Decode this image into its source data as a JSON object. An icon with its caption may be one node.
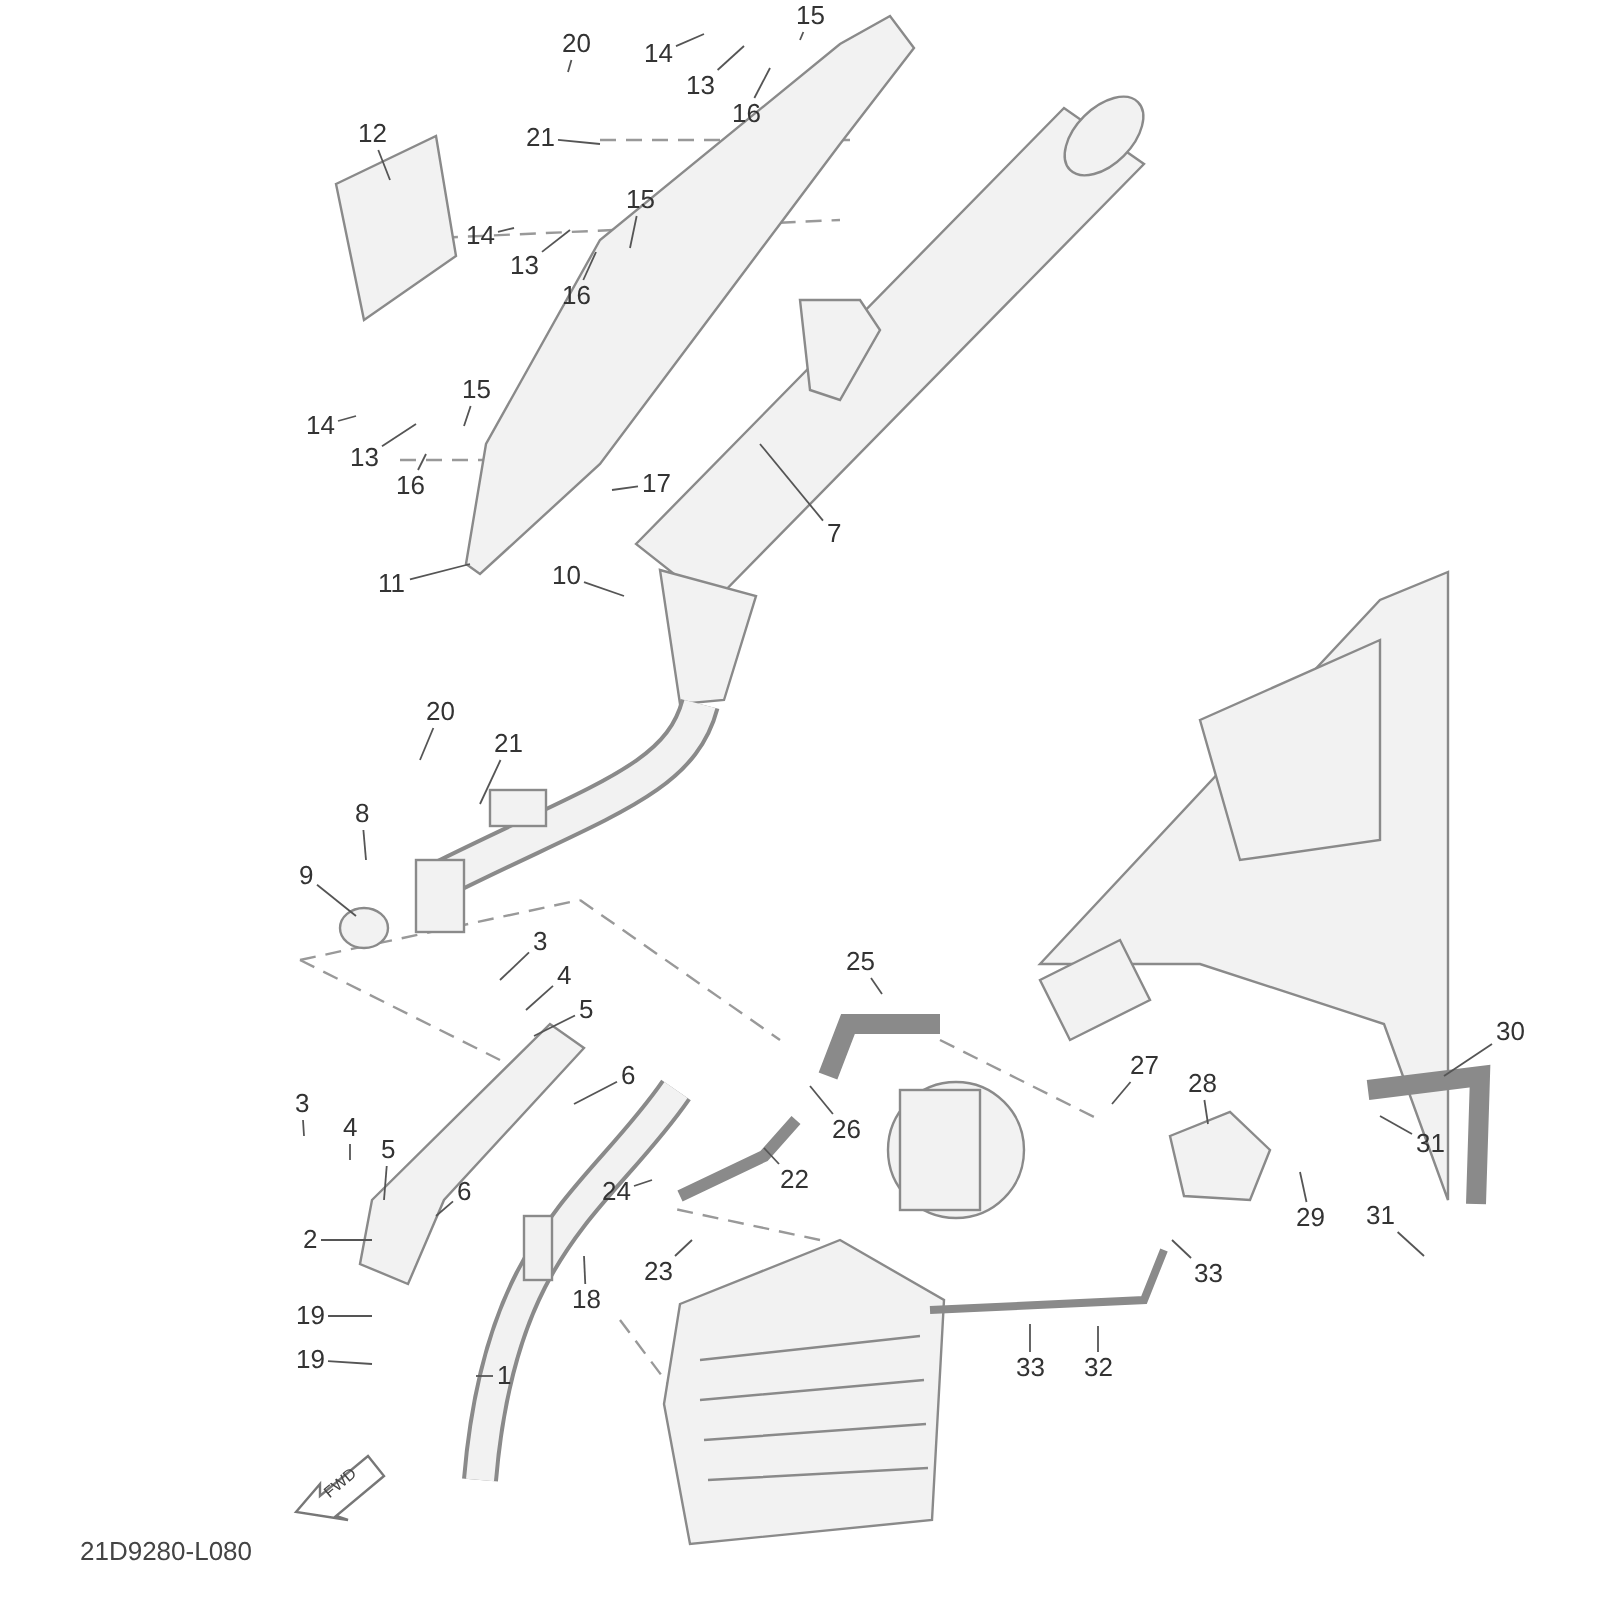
{
  "diagram": {
    "nodes": [
      {
        "text": [
          "15"
        ]
      },
      {
        "text": [
          "20"
        ]
      },
      {
        "text": [
          "14"
        ]
      },
      {
        "text": [
          "13"
        ]
      },
      {
        "text": [
          "16"
        ]
      },
      {
        "text": [
          "12"
        ]
      },
      {
        "text": [
          "21"
        ]
      },
      {
        "text": [
          "15"
        ]
      },
      {
        "text": [
          "14"
        ]
      },
      {
        "text": [
          "13"
        ]
      },
      {
        "text": [
          "16"
        ]
      },
      {
        "text": [
          "15"
        ]
      },
      {
        "text": [
          "14"
        ]
      },
      {
        "text": [
          "13"
        ]
      },
      {
        "text": [
          "16"
        ]
      },
      {
        "text": [
          "17"
        ]
      },
      {
        "text": [
          "7"
        ]
      },
      {
        "text": [
          "10"
        ]
      },
      {
        "text": [
          "11"
        ]
      },
      {
        "text": [
          "20"
        ]
      },
      {
        "text": [
          "21"
        ]
      },
      {
        "text": [
          "8"
        ]
      },
      {
        "text": [
          "9"
        ]
      },
      {
        "text": [
          "3"
        ]
      },
      {
        "text": [
          "25"
        ]
      },
      {
        "text": [
          "4"
        ]
      },
      {
        "text": [
          "5"
        ]
      },
      {
        "text": [
          "30"
        ]
      },
      {
        "text": [
          "6"
        ]
      },
      {
        "text": [
          "27"
        ]
      },
      {
        "text": [
          "28"
        ]
      },
      {
        "text": [
          "3"
        ]
      },
      {
        "text": [
          "4"
        ]
      },
      {
        "text": [
          "26"
        ]
      },
      {
        "text": [
          "31"
        ]
      },
      {
        "text": [
          "5"
        ]
      },
      {
        "text": [
          "22"
        ]
      },
      {
        "text": [
          "24"
        ]
      },
      {
        "text": [
          "6"
        ]
      },
      {
        "text": [
          "29"
        ]
      },
      {
        "text": [
          "31"
        ]
      },
      {
        "text": [
          "2"
        ]
      },
      {
        "text": [
          "23"
        ]
      },
      {
        "text": [
          "33"
        ]
      },
      {
        "text": [
          "18"
        ]
      },
      {
        "text": [
          "19"
        ]
      },
      {
        "text": [
          "19"
        ]
      },
      {
        "text": [
          "33"
        ]
      },
      {
        "text": [
          "32"
        ]
      },
      {
        "text": [
          "1"
        ]
      }
    ],
    "edges": [
      {
        "from": 0,
        "to": null,
        "arrow": "none"
      },
      {
        "from": 1,
        "to": null,
        "arrow": "none"
      },
      {
        "from": 2,
        "to": null,
        "arrow": "none"
      },
      {
        "from": 3,
        "to": null,
        "arrow": "none"
      },
      {
        "from": 4,
        "to": null,
        "arrow": "none"
      },
      {
        "from": 5,
        "to": null,
        "arrow": "none"
      },
      {
        "from": 6,
        "to": null,
        "arrow": "none"
      },
      {
        "from": 7,
        "to": null,
        "arrow": "none"
      },
      {
        "from": 8,
        "to": null,
        "arrow": "none"
      },
      {
        "from": 9,
        "to": null,
        "arrow": "none"
      },
      {
        "from": 10,
        "to": null,
        "arrow": "none"
      },
      {
        "from": 11,
        "to": null,
        "arrow": "none"
      },
      {
        "from": 12,
        "to": null,
        "arrow": "none"
      },
      {
        "from": 13,
        "to": null,
        "arrow": "none"
      },
      {
        "from": 14,
        "to": null,
        "arrow": "none"
      },
      {
        "from": 15,
        "to": null,
        "arrow": "none"
      },
      {
        "from": 16,
        "to": null,
        "arrow": "none"
      },
      {
        "from": 17,
        "to": null,
        "arrow": "none"
      },
      {
        "from": 18,
        "to": null,
        "arrow": "none"
      },
      {
        "from": 19,
        "to": null,
        "arrow": "none"
      },
      {
        "from": 20,
        "to": null,
        "arrow": "none"
      },
      {
        "from": 21,
        "to": null,
        "arrow": "none"
      },
      {
        "from": 22,
        "to": null,
        "arrow": "none"
      },
      {
        "from": 23,
        "to": null,
        "arrow": "none"
      },
      {
        "from": 24,
        "to": null,
        "arrow": "none"
      },
      {
        "from": 25,
        "to": null,
        "arrow": "none"
      },
      {
        "from": 26,
        "to": null,
        "arrow": "none"
      },
      {
        "from": 27,
        "to": null,
        "arrow": "none"
      },
      {
        "from": 28,
        "to": null,
        "arrow": "none"
      },
      {
        "from": 29,
        "to": null,
        "arrow": "none"
      },
      {
        "from": 30,
        "to": null,
        "arrow": "none"
      },
      {
        "from": 31,
        "to": null,
        "arrow": "none"
      },
      {
        "from": 32,
        "to": null,
        "arrow": "none"
      },
      {
        "from": 33,
        "to": null,
        "arrow": "none"
      },
      {
        "from": 34,
        "to": null,
        "arrow": "none"
      },
      {
        "from": 35,
        "to": null,
        "arrow": "none"
      },
      {
        "from": 36,
        "to": null,
        "arrow": "none"
      },
      {
        "from": 37,
        "to": null,
        "arrow": "none"
      },
      {
        "from": 38,
        "to": null,
        "arrow": "none"
      },
      {
        "from": 39,
        "to": null,
        "arrow": "none"
      },
      {
        "from": 40,
        "to": null,
        "arrow": "none"
      },
      {
        "from": 41,
        "to": null,
        "arrow": "none"
      },
      {
        "from": 42,
        "to": null,
        "arrow": "none"
      },
      {
        "from": 43,
        "to": null,
        "arrow": "none"
      },
      {
        "from": 44,
        "to": null,
        "arrow": "none"
      },
      {
        "from": 45,
        "to": null,
        "arrow": "none"
      },
      {
        "from": 46,
        "to": null,
        "arrow": "none"
      },
      {
        "from": 47,
        "to": null,
        "arrow": "none"
      },
      {
        "from": 48,
        "to": null,
        "arrow": "none"
      },
      {
        "from": 49,
        "to": null,
        "arrow": "none"
      }
    ],
    "labels": [
      "FWD",
      "21D9280-L080"
    ]
  }
}
